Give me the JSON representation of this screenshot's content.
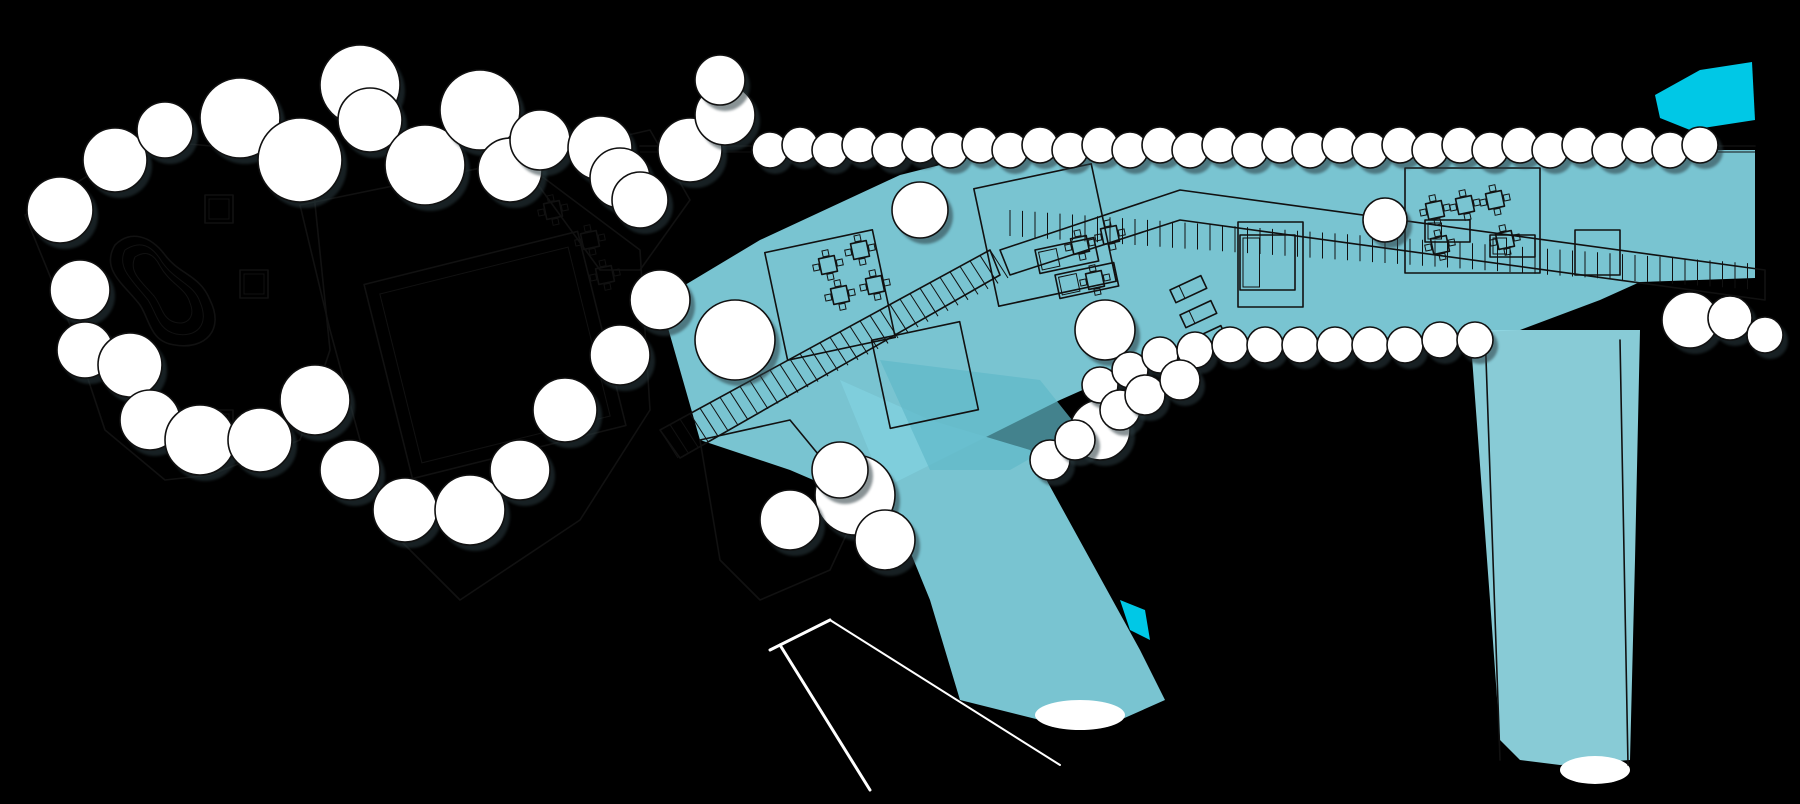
{
  "drawing": {
    "type": "site-plan-sketch",
    "background": "#000000",
    "paper": "#ffffff",
    "ink": "#111111",
    "water_color": "#7fcfdc",
    "water_color_deep": "#5fb9c9",
    "water_highlight": "#00c8e6",
    "elements": [
      "tree-canopy-icon",
      "dining-table-icon",
      "lounge-chair-icon",
      "bed-icon",
      "planter-icon",
      "pool",
      "boardwalk",
      "pier"
    ]
  }
}
